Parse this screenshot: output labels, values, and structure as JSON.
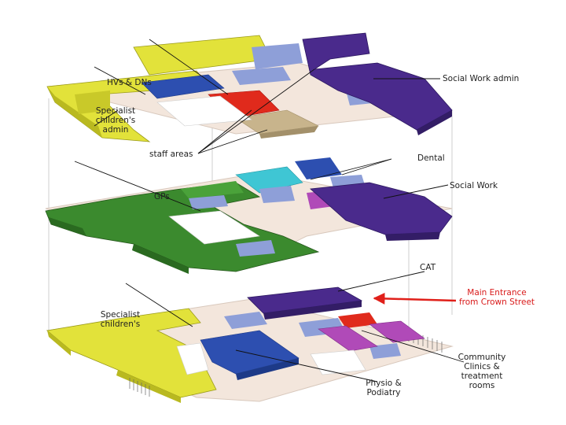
{
  "labels": {
    "hvs_dns": "HVs & DNs",
    "social_work_admin": "Social Work admin",
    "specialist_childrens_admin": "Specialist\nchildren's\nadmin",
    "staff_areas": "staff areas",
    "dental": "Dental",
    "social_work": "Social Work",
    "gps": "GPs",
    "cat": "CAT",
    "main_entrance": "Main Entrance\nfrom Crown Street",
    "specialist_childrens": "Specialist\nchildren's",
    "physio_podiatry": "Physio &\nPodiatry",
    "community_clinics": "Community\nClinics &\ntreatment\nrooms"
  },
  "colors": {
    "yellow": "#e2e23a",
    "yellow_dark": "#b9b920",
    "green": "#3b8a2e",
    "green_dark": "#2a6a20",
    "purple": "#4a2a8c",
    "purple_dark": "#331d66",
    "blue": "#2d4fb0",
    "light_blue": "#8e9fd8",
    "cyan": "#3fc6d4",
    "red": "#e02a1c",
    "magenta": "#b04ab8",
    "tan": "#c8b48c",
    "pink": "#e8d0c0",
    "arrow_red": "#e0201a",
    "leader_line": "#111111",
    "frame_line": "#cfcfcf"
  }
}
